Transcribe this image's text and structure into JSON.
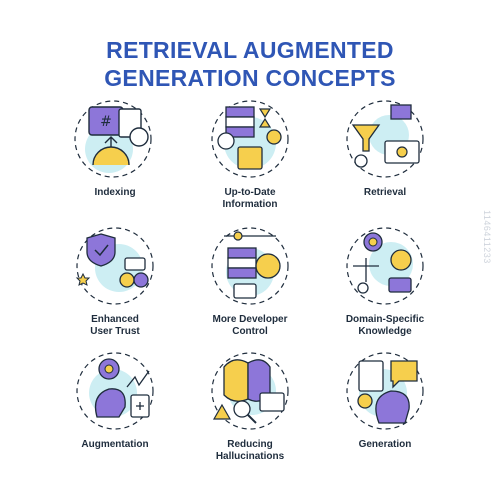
{
  "title": {
    "line1": "RETRIEVAL AUGMENTED",
    "line2": "GENERATION CONCEPTS"
  },
  "items": [
    {
      "label": "Indexing"
    },
    {
      "label_line1": "Up-to-Date",
      "label_line2": "Information"
    },
    {
      "label": "Retrieval"
    },
    {
      "label_line1": "Enhanced",
      "label_line2": "User Trust"
    },
    {
      "label_line1": "More Developer",
      "label_line2": "Control"
    },
    {
      "label_line1": "Domain-Specific",
      "label_line2": "Knowledge"
    },
    {
      "label": "Augmentation"
    },
    {
      "label_line1": "Reducing",
      "label_line2": "Hallucinations"
    },
    {
      "label": "Generation"
    }
  ],
  "watermark": "1146411233",
  "colors": {
    "title": "#2f56b5",
    "circle": "#cdeef3",
    "purple": "#8d76d9",
    "yellow": "#f6cf4d",
    "outline": "#1f2d3d"
  }
}
